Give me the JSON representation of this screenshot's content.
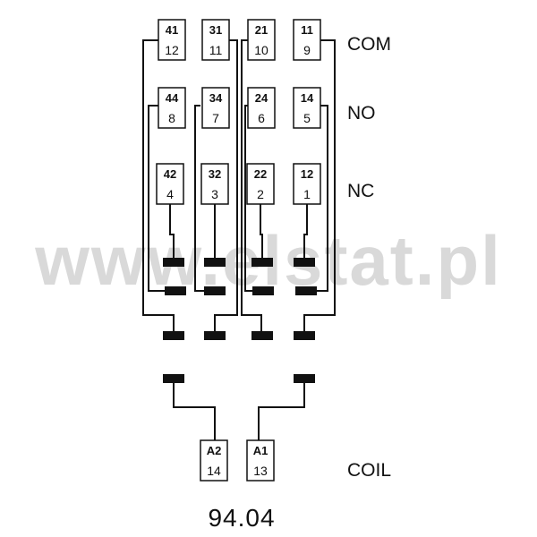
{
  "labels": {
    "com": "COM",
    "no": "NO",
    "nc": "NC",
    "coil": "COIL",
    "model": "94.04",
    "watermark": "www.elstat.pl"
  },
  "terminals": {
    "com": [
      {
        "top": "41",
        "bottom": "12"
      },
      {
        "top": "31",
        "bottom": "11"
      },
      {
        "top": "21",
        "bottom": "10"
      },
      {
        "top": "11",
        "bottom": "9"
      }
    ],
    "no": [
      {
        "top": "44",
        "bottom": "8"
      },
      {
        "top": "34",
        "bottom": "7"
      },
      {
        "top": "24",
        "bottom": "6"
      },
      {
        "top": "14",
        "bottom": "5"
      }
    ],
    "nc": [
      {
        "top": "42",
        "bottom": "4"
      },
      {
        "top": "32",
        "bottom": "3"
      },
      {
        "top": "22",
        "bottom": "2"
      },
      {
        "top": "12",
        "bottom": "1"
      }
    ],
    "coil": [
      {
        "top": "A2",
        "bottom": "14"
      },
      {
        "top": "A1",
        "bottom": "13"
      }
    ]
  },
  "colors": {
    "line": "#111111",
    "watermark": "#d9d9d9",
    "background": "#ffffff"
  }
}
